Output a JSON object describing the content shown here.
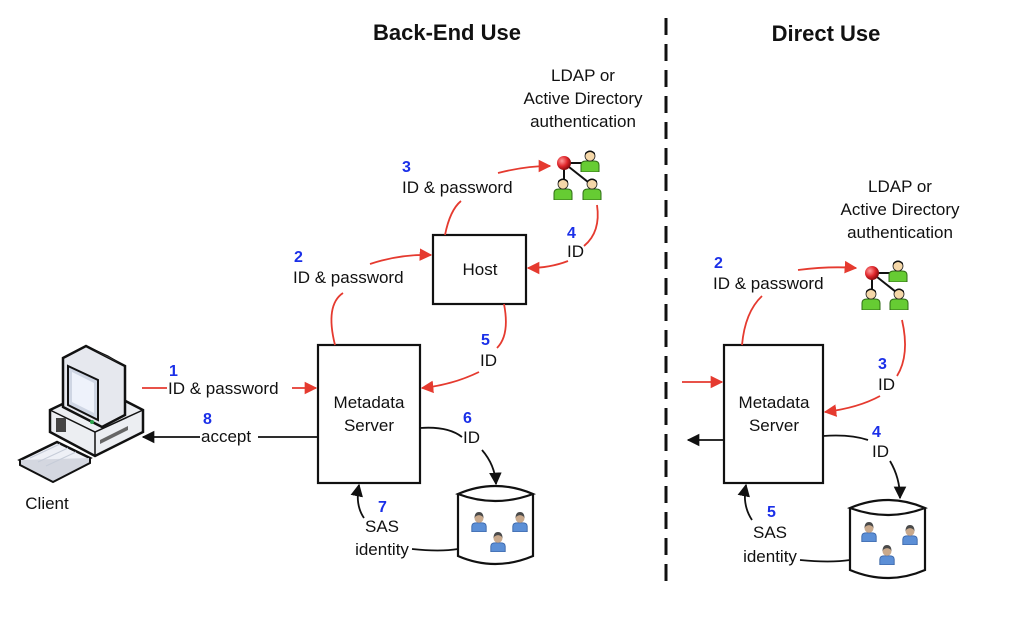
{
  "sections": {
    "backend_title": "Back-End Use",
    "direct_title": "Direct Use"
  },
  "backend": {
    "client_label": "Client",
    "host_label": "Host",
    "metadata_server_line1": "Metadata",
    "metadata_server_line2": "Server",
    "ldap_line1": "LDAP or",
    "ldap_line2": "Active Directory",
    "ldap_line3": "authentication",
    "steps": [
      {
        "num": "1",
        "text": "ID & password"
      },
      {
        "num": "2",
        "text": "ID & password"
      },
      {
        "num": "3",
        "text": "ID & password"
      },
      {
        "num": "4",
        "text": "ID"
      },
      {
        "num": "5",
        "text": "ID"
      },
      {
        "num": "6",
        "text": "ID"
      },
      {
        "num": "7",
        "text_line1": "SAS",
        "text_line2": "identity"
      },
      {
        "num": "8",
        "text": "accept"
      }
    ]
  },
  "direct": {
    "metadata_server_line1": "Metadata",
    "metadata_server_line2": "Server",
    "ldap_line1": "LDAP or",
    "ldap_line2": "Active Directory",
    "ldap_line3": "authentication",
    "steps": [
      {
        "num": "2",
        "text": "ID & password"
      },
      {
        "num": "3",
        "text": "ID"
      },
      {
        "num": "4",
        "text": "ID"
      },
      {
        "num": "5",
        "text_line1": "SAS",
        "text_line2": "identity"
      }
    ]
  },
  "colors": {
    "step_number": "#1a2fe8",
    "auth_flow": "#e53a2f",
    "data_flow": "#111111",
    "user_icon": "#66cc33"
  },
  "icons": {
    "client": "desktop-computer-icon",
    "directory": "ldap-users-icon",
    "database": "identity-database-icon"
  }
}
